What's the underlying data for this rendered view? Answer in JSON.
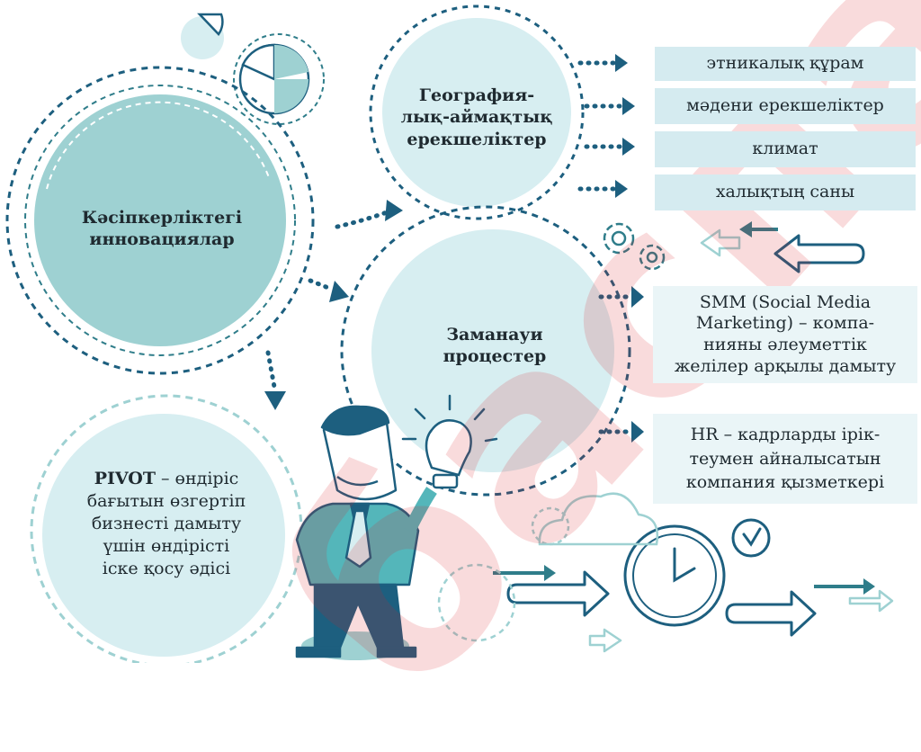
{
  "colors": {
    "teal_dark": "#2f7d8a",
    "teal_light": "#9ed1d2",
    "circle_light": "#d7eef1",
    "box_fill": "#d5ebf0",
    "arrow_blue": "#1d5f7f",
    "watermark": "#d71e28"
  },
  "main_circle": {
    "title_line1": "Кәсіпкерліктегі",
    "title_line2": "инновациялар"
  },
  "geo_circle": {
    "line1": "География-",
    "line2": "лық-аймақтық",
    "line3": "ерекшеліктер"
  },
  "modern_circle": {
    "line1": "Заманауи",
    "line2": "процестер"
  },
  "pivot_circle": {
    "term": "PIVOT",
    "line1_rest": " – өндіріс",
    "line2": "бағытын өзгертіп",
    "line3": "бизнесті дамыту",
    "line4": "үшін өндірісті",
    "line5": "іске қосу әдісі"
  },
  "geo_items": [
    "этникалық құрам",
    "мәдени ерекшеліктер",
    "климат",
    "халықтың саны"
  ],
  "smm": {
    "line1": "SMM (Social Media",
    "line2": "Marketing) – компа-",
    "line3": "нияны әлеуметтік",
    "line4": "желілер арқылы дамыту"
  },
  "hr": {
    "line1": "HR – кадрларды ірік-",
    "line2": "теумен айналысатын",
    "line3": "компания қызметкері"
  },
  "icons": [
    "gears-icon",
    "clock-icon",
    "small-clock-icon",
    "lightbulb-icon",
    "cloud-icon",
    "pie-chart-icon",
    "businessman-figure"
  ]
}
